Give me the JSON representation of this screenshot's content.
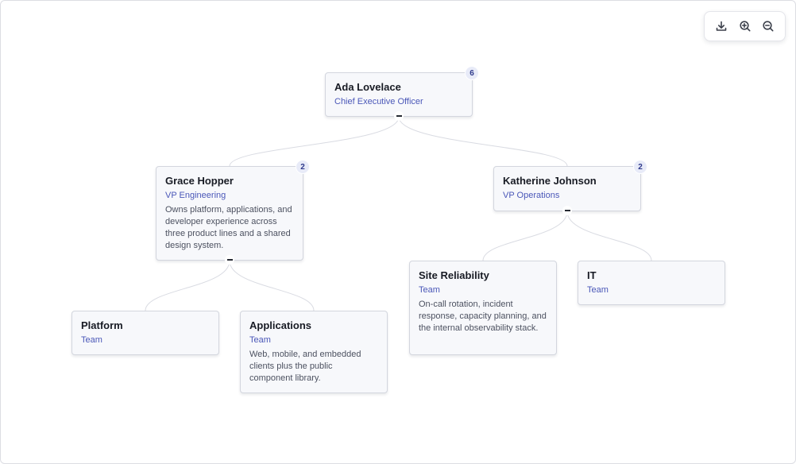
{
  "toolbar": {
    "icons": [
      "download-icon",
      "zoom-in-icon",
      "zoom-out-icon"
    ]
  },
  "colors": {
    "accent": "#4a57b8",
    "node_bg": "#f7f8fb",
    "badge_bg": "#e8ebf8",
    "link": "#d9dbe2"
  },
  "nodes": {
    "ada": {
      "name": "Ada Lovelace",
      "role": "Chief Executive Officer",
      "count": "6"
    },
    "grace": {
      "name": "Grace Hopper",
      "role": "VP Engineering",
      "count": "2",
      "description": "Owns platform, applications, and developer experience across three product lines and a shared design system."
    },
    "katherine": {
      "name": "Katherine Johnson",
      "role": "VP Operations",
      "count": "2"
    },
    "platform": {
      "name": "Platform",
      "role": "Team"
    },
    "applications": {
      "name": "Applications",
      "role": "Team",
      "description": "Web, mobile, and embedded clients plus the public component library."
    },
    "site_reliability": {
      "name": "Site Reliability",
      "role": "Team",
      "description": "On-call rotation, incident response, capacity planning, and the internal observability stack."
    },
    "it": {
      "name": "IT",
      "role": "Team"
    }
  }
}
